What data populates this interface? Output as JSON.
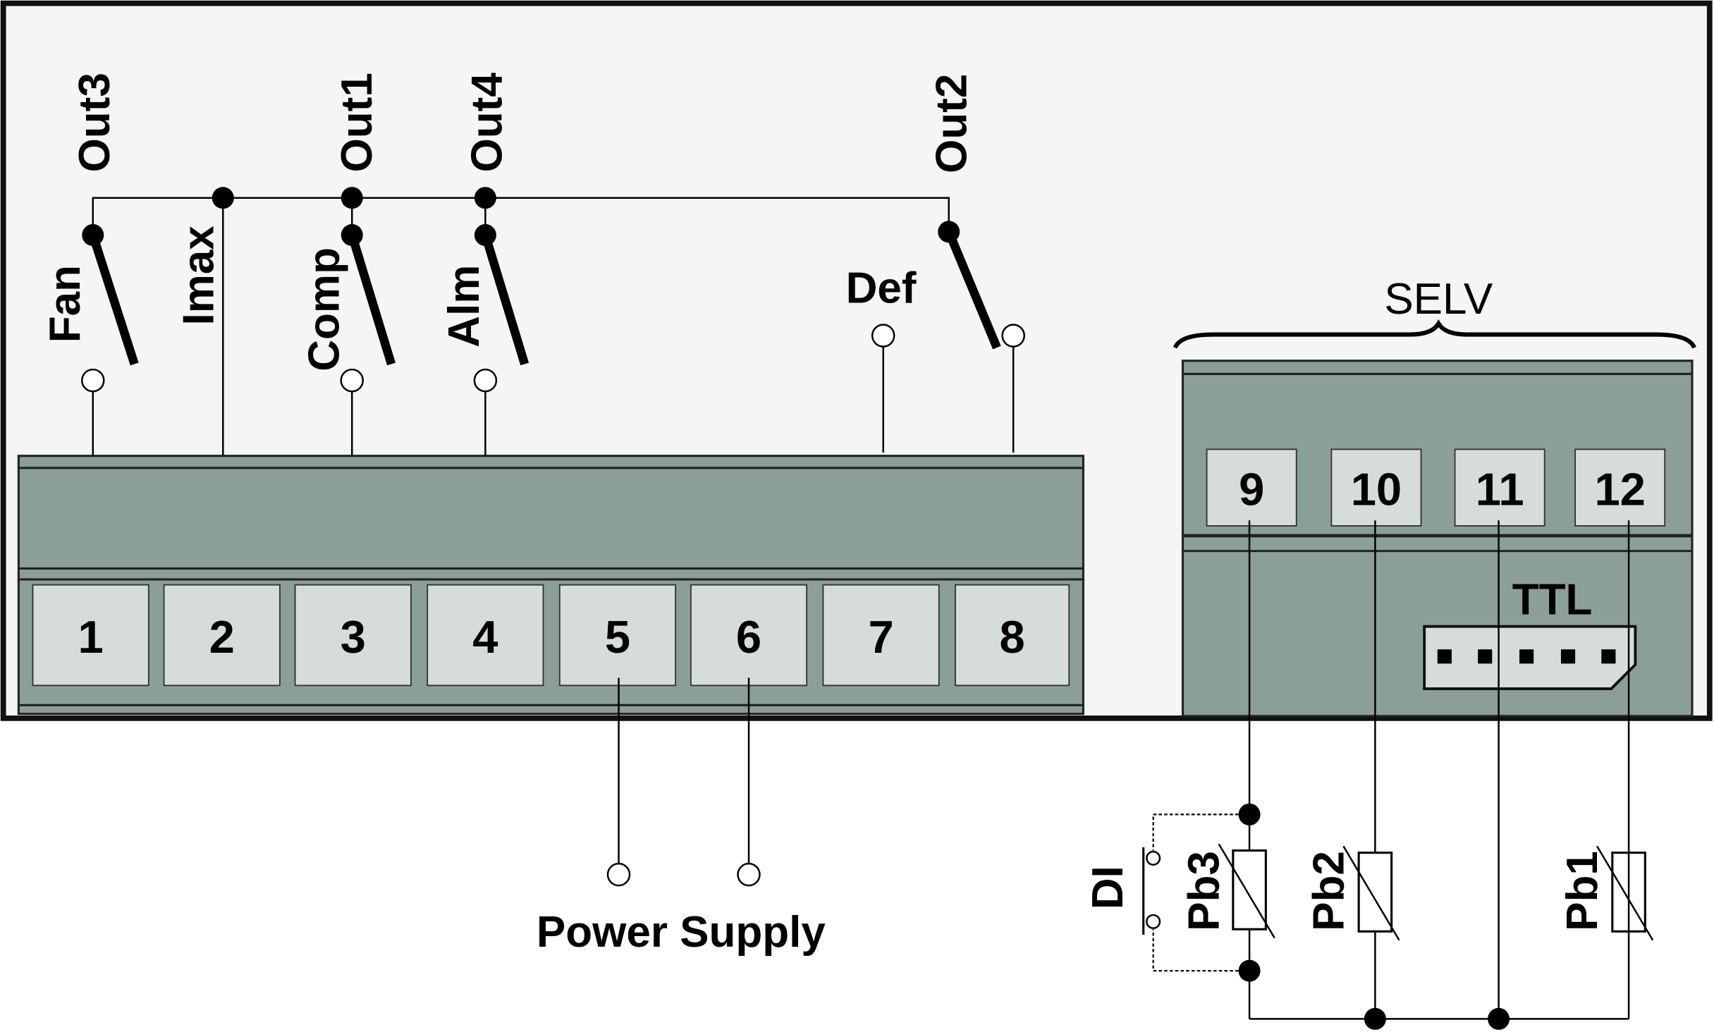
{
  "outputs": {
    "out3": "Out3",
    "out1": "Out1",
    "out4": "Out4",
    "out2": "Out2",
    "fan": "Fan",
    "imax": "Imax",
    "comp": "Comp",
    "alm": "Alm",
    "def": "Def"
  },
  "terminals_left": [
    "1",
    "2",
    "3",
    "4",
    "5",
    "6",
    "7",
    "8"
  ],
  "terminals_right": [
    "9",
    "10",
    "11",
    "12"
  ],
  "selv": "SELV",
  "ttl": "TTL",
  "power_supply": "Power Supply",
  "probes": {
    "di": "DI",
    "pb3": "Pb3",
    "pb2": "Pb2",
    "pb1": "Pb1"
  },
  "colors": {
    "housing": "#8c9e9a",
    "terminal": "#d6ddd9",
    "panel": "#f4f6f5"
  }
}
